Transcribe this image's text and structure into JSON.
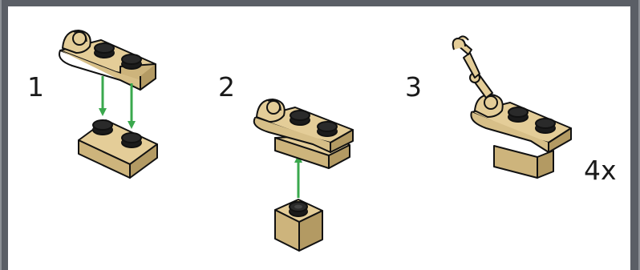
{
  "steps": [
    {
      "number": "1"
    },
    {
      "number": "2"
    },
    {
      "number": "3",
      "multiplier": "4x"
    }
  ],
  "colors": {
    "frame": "#5b5f66",
    "panel": "#ffffff",
    "tan_top": "#e4cd98",
    "tan_side": "#cdb47c",
    "tan_dark": "#b39a63",
    "stud": "#1b1b1b",
    "arrow": "#3aa84d",
    "outline": "#111111"
  },
  "icons": [
    "tan-plate-with-clip",
    "tan-plate-1x2",
    "tan-brick-1x1",
    "tan-robot-arm",
    "green-arrow"
  ]
}
